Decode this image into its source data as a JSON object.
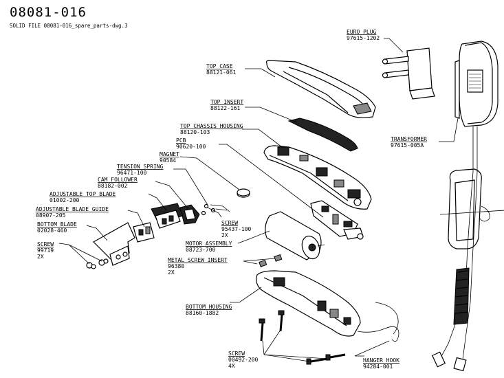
{
  "header": {
    "drawing_number": "08081-016",
    "solid_file": "SOLID FILE 08081-016_spare_parts-dwg.3"
  },
  "parts": [
    {
      "id": "euro-plug",
      "name": "EURO PLUG",
      "number": "97615-1202"
    },
    {
      "id": "top-case",
      "name": "TOP CASE",
      "number": "88121-061"
    },
    {
      "id": "top-insert",
      "name": "TOP INSERT",
      "number": "88122-161"
    },
    {
      "id": "top-chassis-housing",
      "name": "TOP CHASSIS HOUSING",
      "number": "88120-103"
    },
    {
      "id": "pcb",
      "name": "PCB",
      "number": "90620-100"
    },
    {
      "id": "magnet",
      "name": "MAGNET",
      "number": "90584"
    },
    {
      "id": "tension-spring",
      "name": "TENSION SPRING",
      "number": "96471-100"
    },
    {
      "id": "cam-follower",
      "name": "CAM FOLLOWER",
      "number": "88182-002"
    },
    {
      "id": "adjustable-top-blade",
      "name": "ADJUSTABLE TOP BLADE",
      "number": "01002-200"
    },
    {
      "id": "adjustable-blade-guide",
      "name": "ADJUSTABLE BLADE GUIDE",
      "number": "08907-205"
    },
    {
      "id": "bottom-blade",
      "name": "BOTTOM BLADE",
      "number": "02028-460"
    },
    {
      "id": "screw-blade",
      "name": "SCREW",
      "number": "99719",
      "qty": "2X"
    },
    {
      "id": "screw-spring",
      "name": "SCREW",
      "number": "95437-100",
      "qty": "2X"
    },
    {
      "id": "motor-assembly",
      "name": "MOTOR ASSEMBLY",
      "number": "08723-700"
    },
    {
      "id": "metal-screw-insert",
      "name": "METAL SCREW INSERT",
      "number": "96380",
      "qty": "2X"
    },
    {
      "id": "bottom-housing",
      "name": "BOTTOM HOUSING",
      "number": "88160-1882"
    },
    {
      "id": "screw-housing",
      "name": "SCREW",
      "number": "00492-200",
      "qty": "4X"
    },
    {
      "id": "hanger-hook",
      "name": "HANGER HOOK",
      "number": "94284-001"
    },
    {
      "id": "transformer",
      "name": "TRANSFORMER",
      "number": "97615-005A"
    }
  ]
}
